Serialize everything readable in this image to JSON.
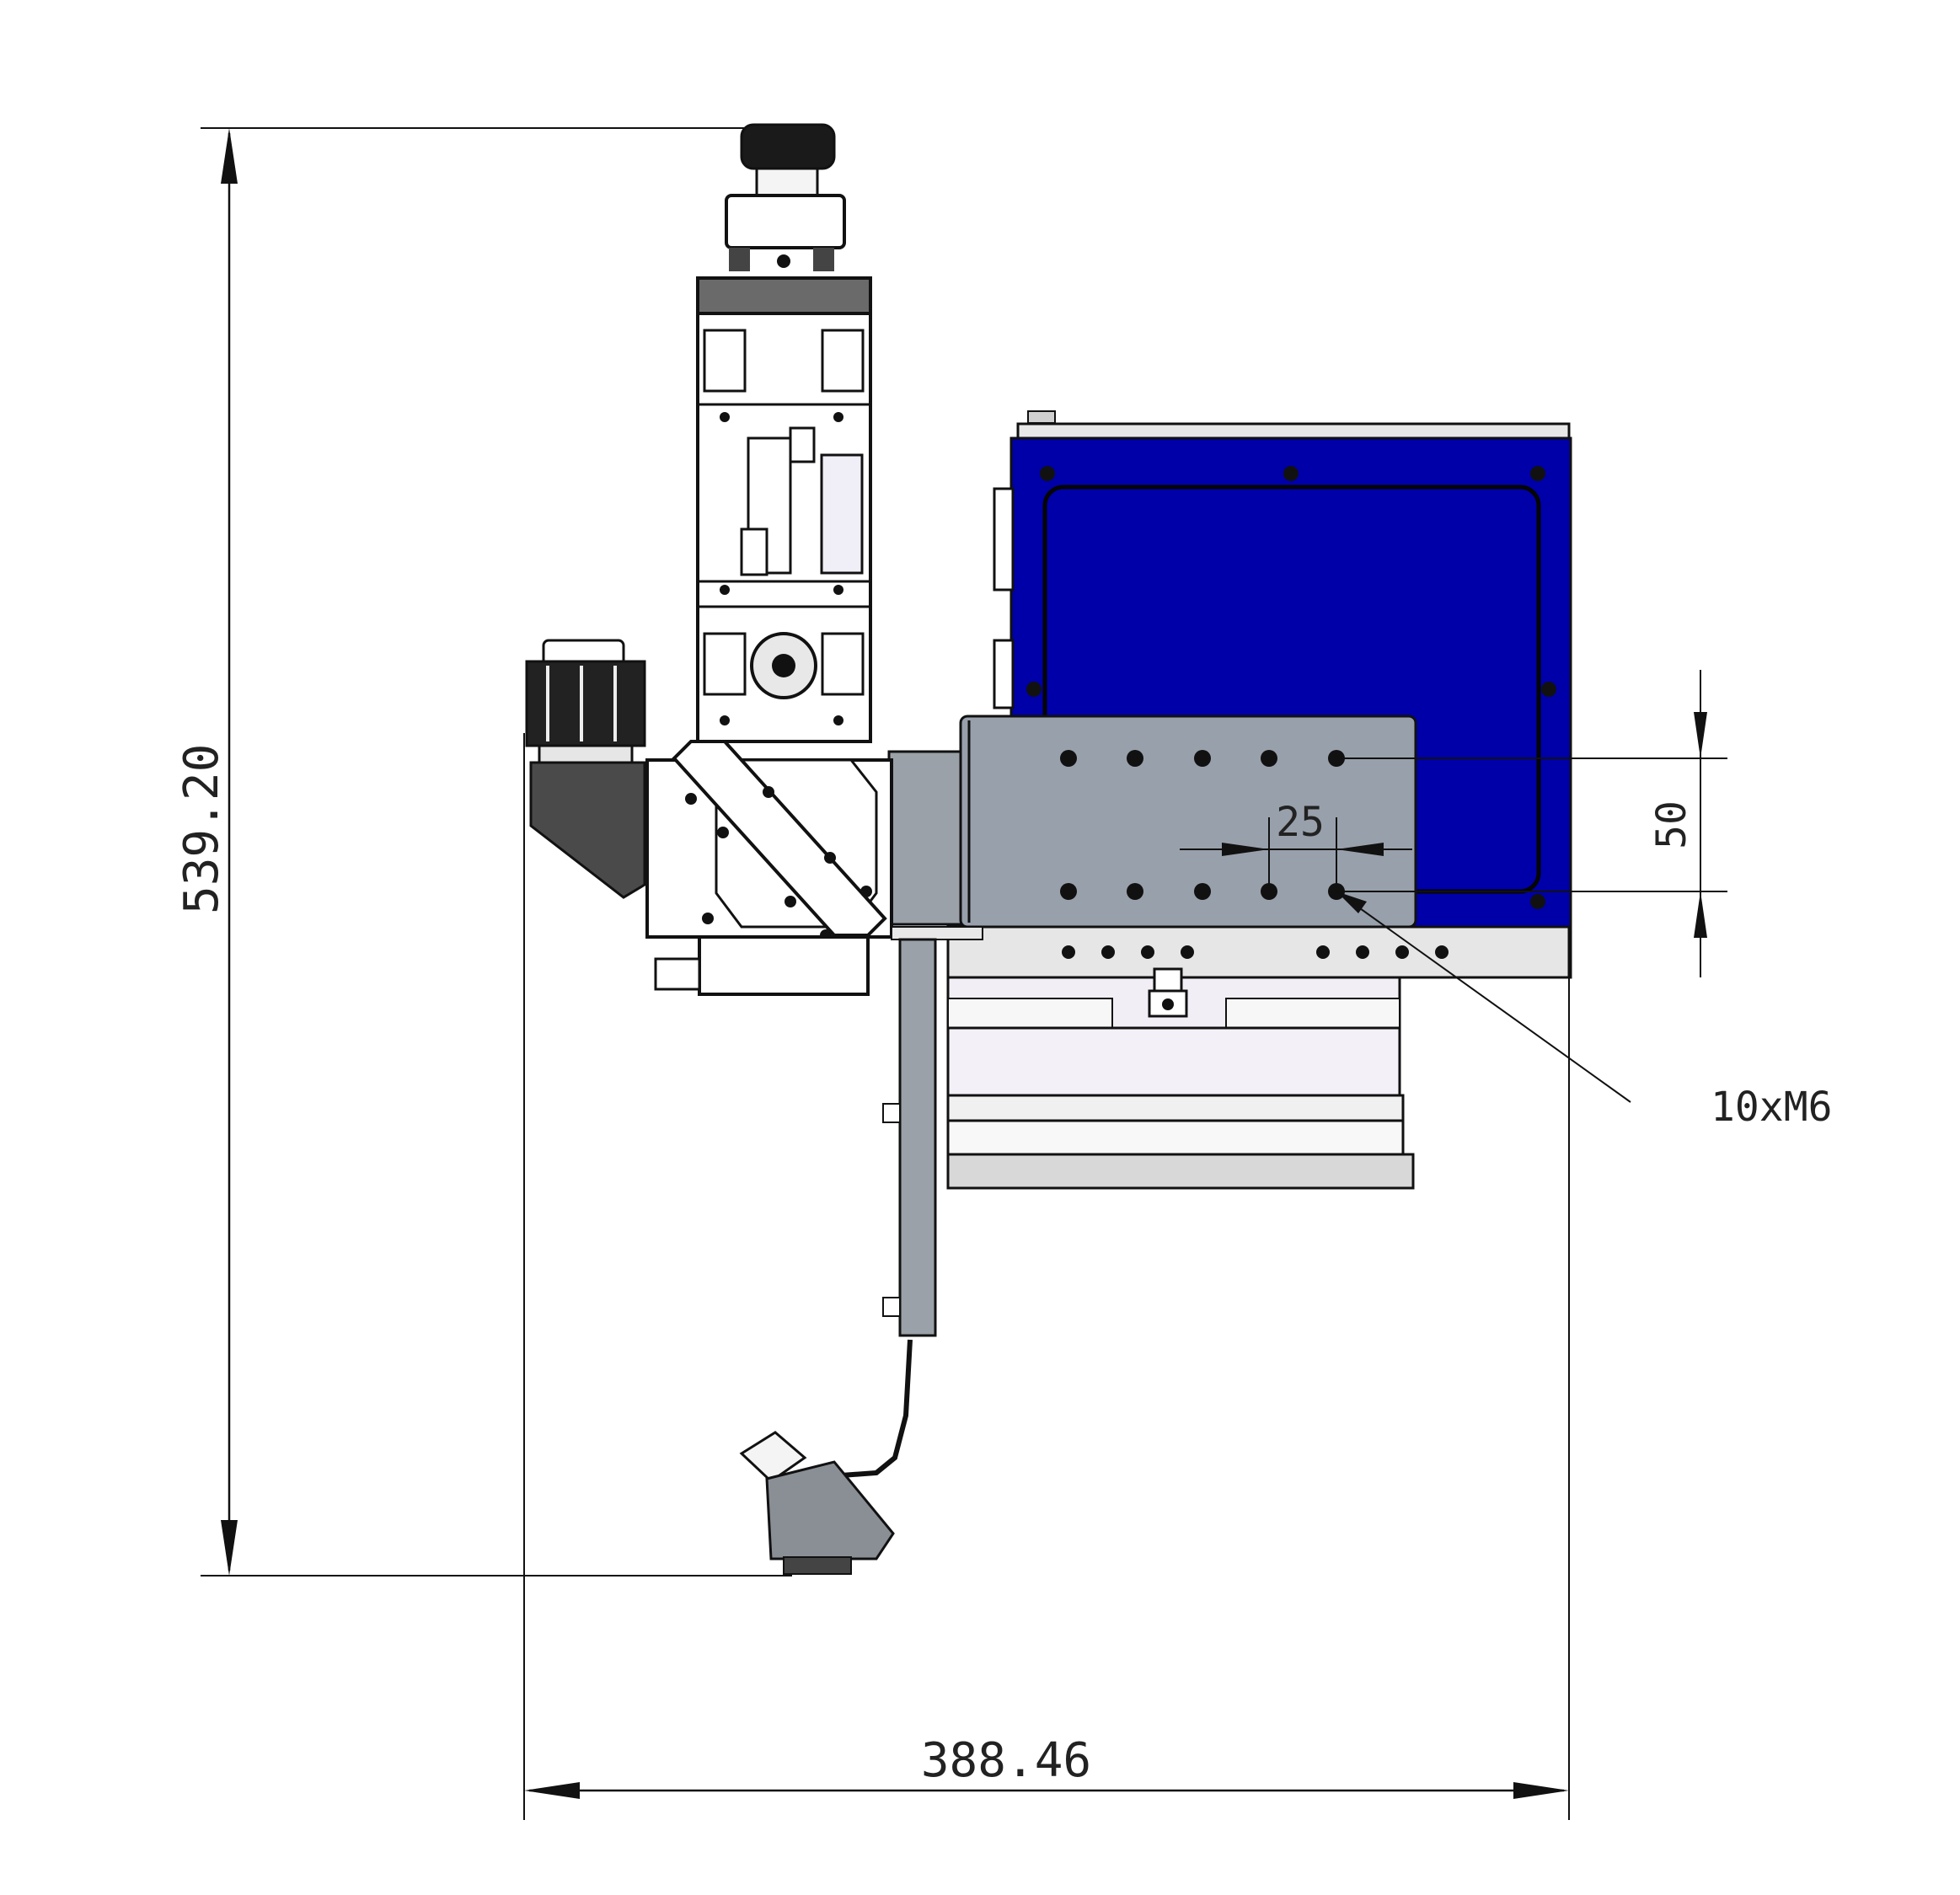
{
  "dimensions": {
    "overall_height": "539.20",
    "overall_width": "388.46",
    "hole_pitch_x": "25",
    "hole_pitch_y": "50"
  },
  "callouts": {
    "hole_spec": "10xM6"
  },
  "colors": {
    "cover_plate": "#0000a8",
    "mount_plate": "#98a0ab",
    "line": "#111111",
    "dark_part": "#4a4a4a",
    "body_grey": "#9aa1a8"
  }
}
